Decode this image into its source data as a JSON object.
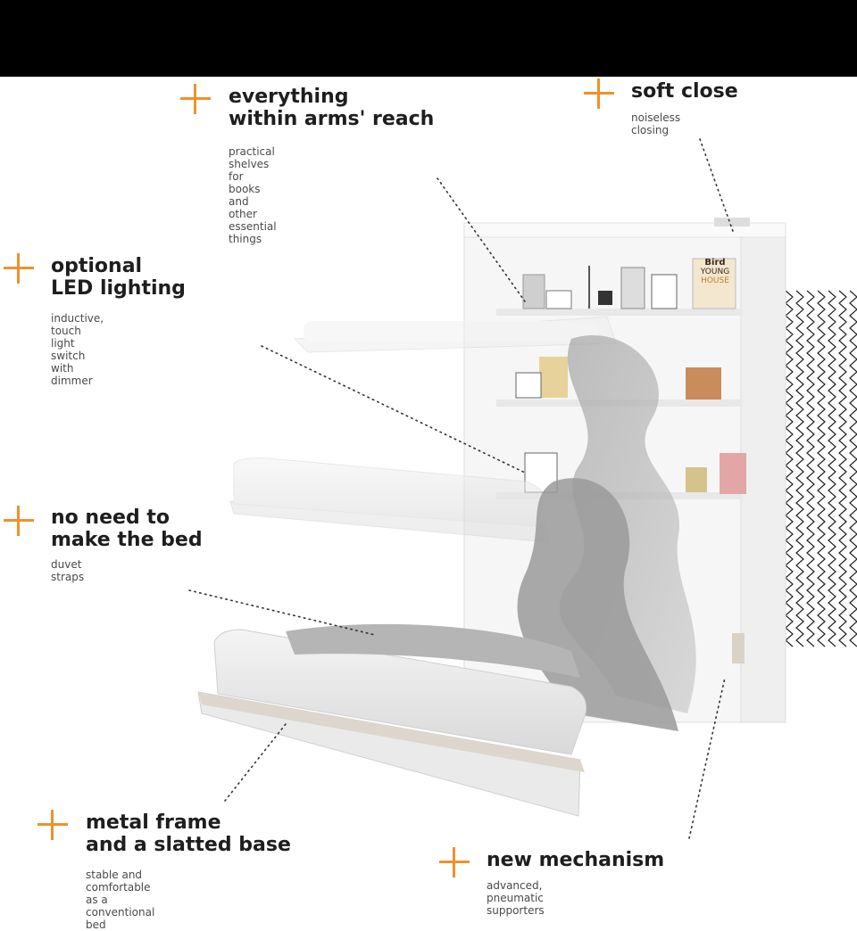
{
  "colors": {
    "accent": "#ee922a",
    "text": "#1e1e1e",
    "muted": "#4a4a4a",
    "top_bar": "#000000"
  },
  "features": [
    {
      "id": "shelves",
      "icon": "plus-icon",
      "title": [
        "everything",
        "within arms' reach"
      ],
      "desc": [
        "practical shelves for books and other",
        "essential things"
      ]
    },
    {
      "id": "soft-close",
      "icon": "plus-icon",
      "title": [
        "soft close"
      ],
      "desc": [
        "noiseless closing"
      ]
    },
    {
      "id": "led",
      "icon": "plus-icon",
      "title": [
        "optional",
        "LED lighting"
      ],
      "desc": [
        "inductive, touch light switch",
        "with dimmer"
      ]
    },
    {
      "id": "bed",
      "icon": "plus-icon",
      "title": [
        "no need to",
        "make the bed"
      ],
      "desc": [
        "duvet straps"
      ]
    },
    {
      "id": "frame",
      "icon": "plus-icon",
      "title": [
        "metal frame",
        "and a slatted base"
      ],
      "desc": [
        "stable and comfortable as a conventional bed"
      ]
    },
    {
      "id": "mechanism",
      "icon": "plus-icon",
      "title": [
        "new mechanism"
      ],
      "desc": [
        "advanced, pneumatic supporters"
      ]
    }
  ],
  "book_cover": {
    "line1": "Bird",
    "line2": "YOUNG",
    "line3": "HOUSE"
  }
}
